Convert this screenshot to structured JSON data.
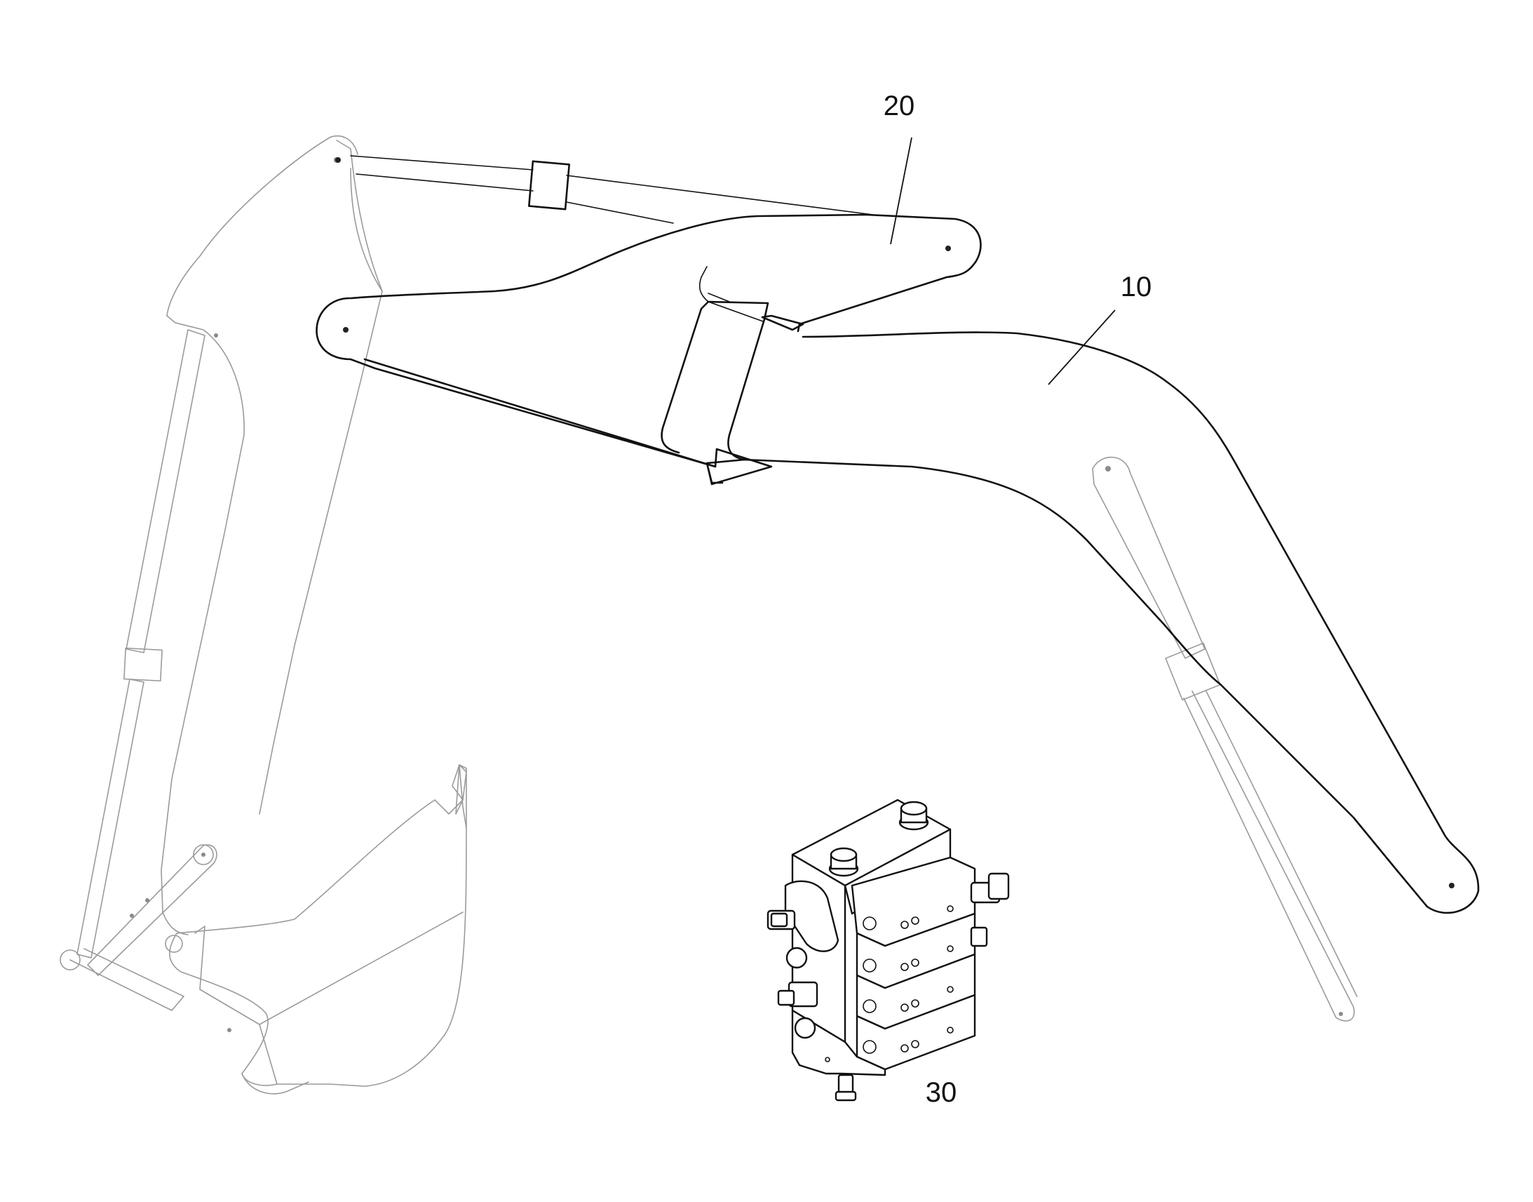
{
  "callouts": {
    "boom_arm_label": "10",
    "dipper_arm_label": "20",
    "valve_block_label": "30"
  },
  "colors": {
    "highlight_line": "#111111",
    "context_line": "#9a9a9a",
    "background": "#ffffff"
  }
}
